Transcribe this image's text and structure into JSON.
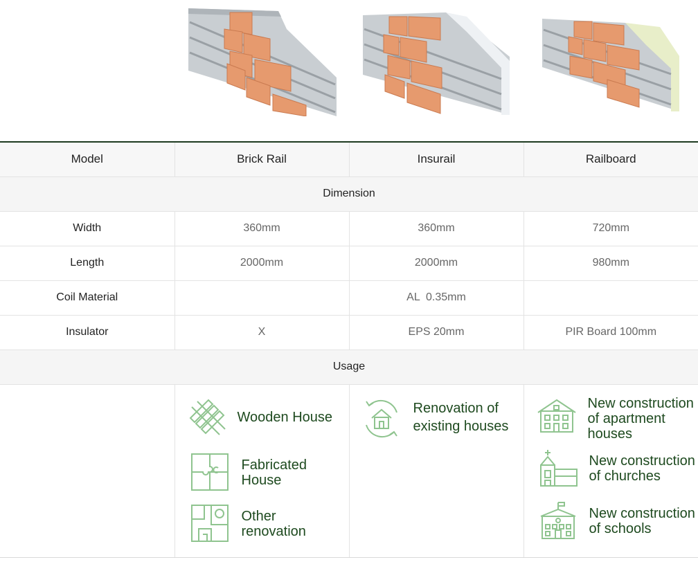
{
  "table": {
    "header": [
      "Model",
      "Brick Rail",
      "Insurail",
      "Railboard"
    ],
    "section_dimension": "Dimension",
    "rows": [
      {
        "label": "Width",
        "values": [
          "360mm",
          "360mm",
          "720mm"
        ]
      },
      {
        "label": "Length",
        "values": [
          "2000mm",
          "2000mm",
          "980mm"
        ]
      },
      {
        "label": "Coil Material",
        "values": [
          "",
          "AL  0.35mm",
          ""
        ]
      },
      {
        "label": "Insulator",
        "values": [
          "X",
          "EPS 20mm",
          "PIR Board 100mm"
        ]
      }
    ],
    "section_usage": "Usage"
  },
  "usage": {
    "brick_rail": [
      {
        "icon": "wooden-house-icon",
        "text": "Wooden House"
      },
      {
        "icon": "puzzle-icon",
        "text": "Fabricated House"
      },
      {
        "icon": "floor-plan-icon",
        "text": "Other renovation"
      }
    ],
    "insurail": [
      {
        "icon": "renovation-house-icon",
        "text": "Renovation of existing houses"
      }
    ],
    "railboard": [
      {
        "icon": "apartment-icon",
        "text": "New construction of apartment houses"
      },
      {
        "icon": "church-icon",
        "text": "New construction of churches"
      },
      {
        "icon": "school-icon",
        "text": "New construction of schools"
      }
    ]
  },
  "colors": {
    "accent_dark_green": "#1d3a1f",
    "usage_text_green": "#1e4a1f",
    "icon_green": "#8fc48f",
    "brick": "#e3956b",
    "rail_grey": "#c8cdd1"
  }
}
